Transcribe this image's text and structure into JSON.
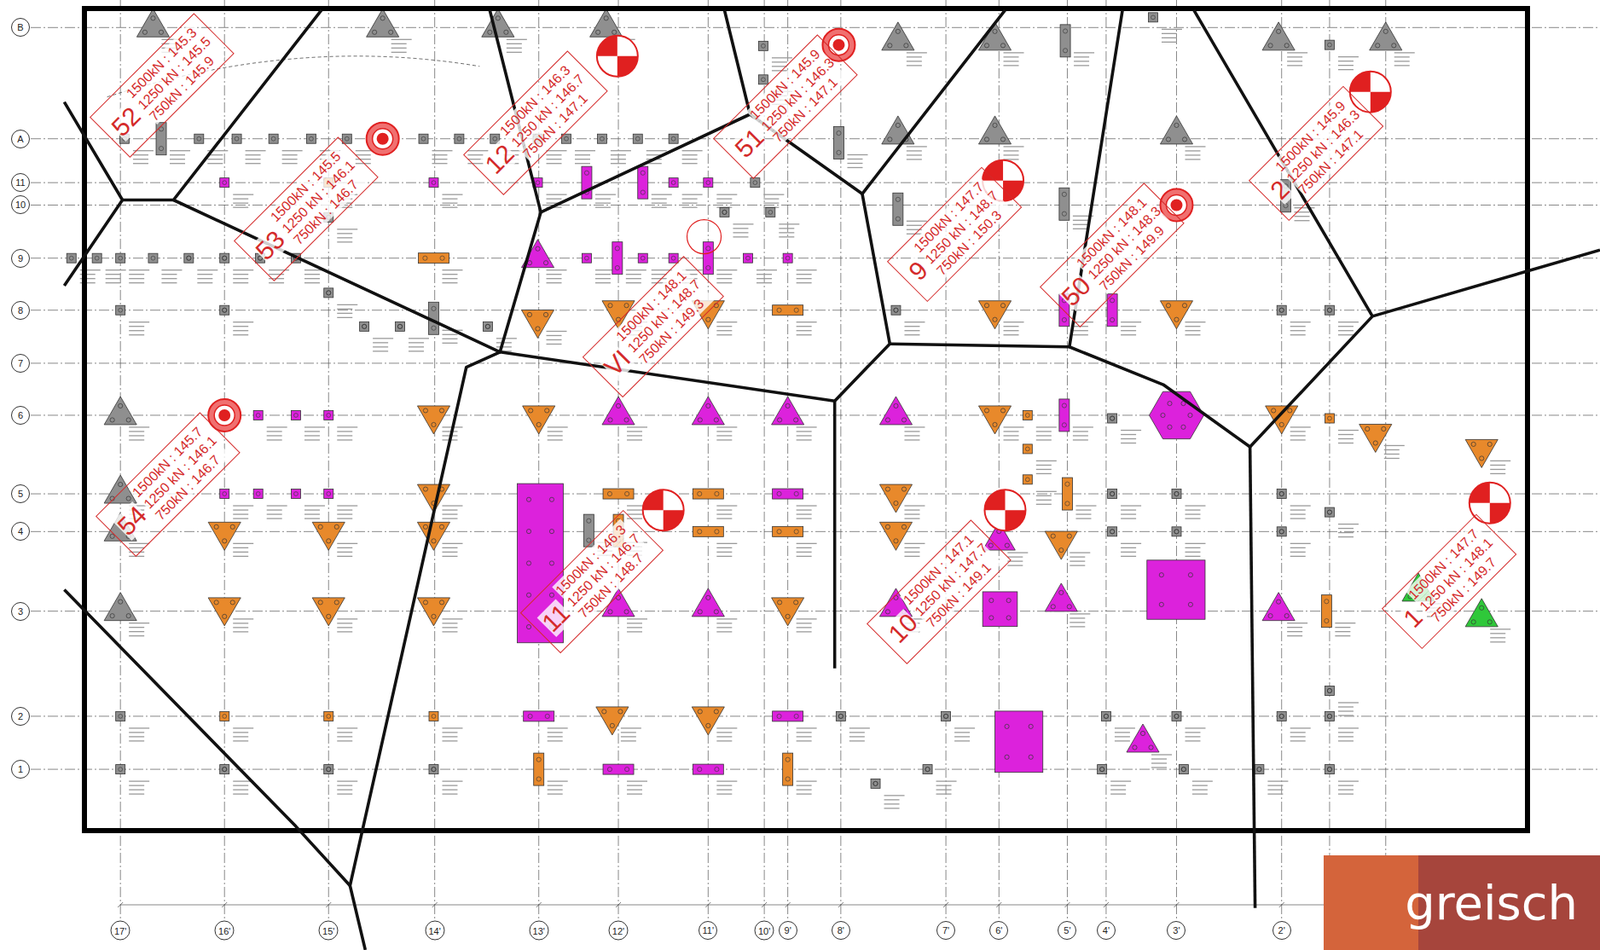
{
  "diagram": {
    "nodes": [
      {
        "text": [
          "52",
          "1500kN : 145.3",
          "1250 kN : 145.5",
          "750kN : 145.9"
        ]
      },
      {
        "text": [
          "53",
          "1500kN : 145.5",
          "1250 kN : 146.1",
          "750kN : 146.7"
        ]
      },
      {
        "text": [
          "12",
          "1500kN : 146.3",
          "1250 kN : 146.7",
          "750kN : 147.1"
        ]
      },
      {
        "text": [
          "51",
          "1500kN : 145.9",
          "1250 kN : 146.3",
          "750kN : 147.1"
        ]
      },
      {
        "text": [
          "2",
          "1500kN : 145.9",
          "1250 kN : 146.3",
          "750kN : 147.1"
        ]
      },
      {
        "text": [
          "9",
          "1500kN : 147.7",
          "1250 kN : 148.7",
          "750kN : 150.3"
        ]
      },
      {
        "text": [
          "50",
          "1500kN : 148.1",
          "1250 kN : 148.3",
          "750kN : 149.9"
        ]
      },
      {
        "text": [
          "VI",
          "1500kN : 148.1",
          "1250 kN : 148.7",
          "750kN : 149.3"
        ]
      },
      {
        "text": [
          "54",
          "1500kN : 145.7",
          "1250 kN : 146.1",
          "750kN : 146.7"
        ]
      },
      {
        "text": [
          "11",
          "1500kN : 146.3",
          "1250 kN : 146.7",
          "750kN : 148.7"
        ]
      },
      {
        "text": [
          "10",
          "1500kN : 147.1",
          "1250 kN : 147.7",
          "750kN : 149.1"
        ]
      },
      {
        "text": [
          "1",
          "1500kN : 147.7",
          "1250 kN : 148.1",
          "750kN : 149.7"
        ]
      },
      {
        "text": [
          "B"
        ]
      },
      {
        "text": [
          "A"
        ]
      },
      {
        "text": [
          "11"
        ]
      },
      {
        "text": [
          "10"
        ]
      },
      {
        "text": [
          "9"
        ]
      },
      {
        "text": [
          "8"
        ]
      },
      {
        "text": [
          "7"
        ]
      },
      {
        "text": [
          "6"
        ]
      },
      {
        "text": [
          "5"
        ]
      },
      {
        "text": [
          "4"
        ]
      },
      {
        "text": [
          "3"
        ]
      },
      {
        "text": [
          "2"
        ]
      },
      {
        "text": [
          "1"
        ]
      },
      {
        "text": [
          "17'"
        ]
      },
      {
        "text": [
          "16'"
        ]
      },
      {
        "text": [
          "15'"
        ]
      },
      {
        "text": [
          "14'"
        ]
      },
      {
        "text": [
          "13'"
        ]
      },
      {
        "text": [
          "12'"
        ]
      },
      {
        "text": [
          "11'"
        ]
      },
      {
        "text": [
          "10'"
        ]
      },
      {
        "text": [
          "9'"
        ]
      },
      {
        "text": [
          "8'"
        ]
      },
      {
        "text": [
          "7'"
        ]
      },
      {
        "text": [
          "6'"
        ]
      },
      {
        "text": [
          "5'"
        ]
      },
      {
        "text": [
          "4'"
        ]
      },
      {
        "text": [
          "3'"
        ]
      },
      {
        "text": [
          "2'"
        ]
      },
      {
        "text": [
          "greisch"
        ]
      }
    ]
  }
}
